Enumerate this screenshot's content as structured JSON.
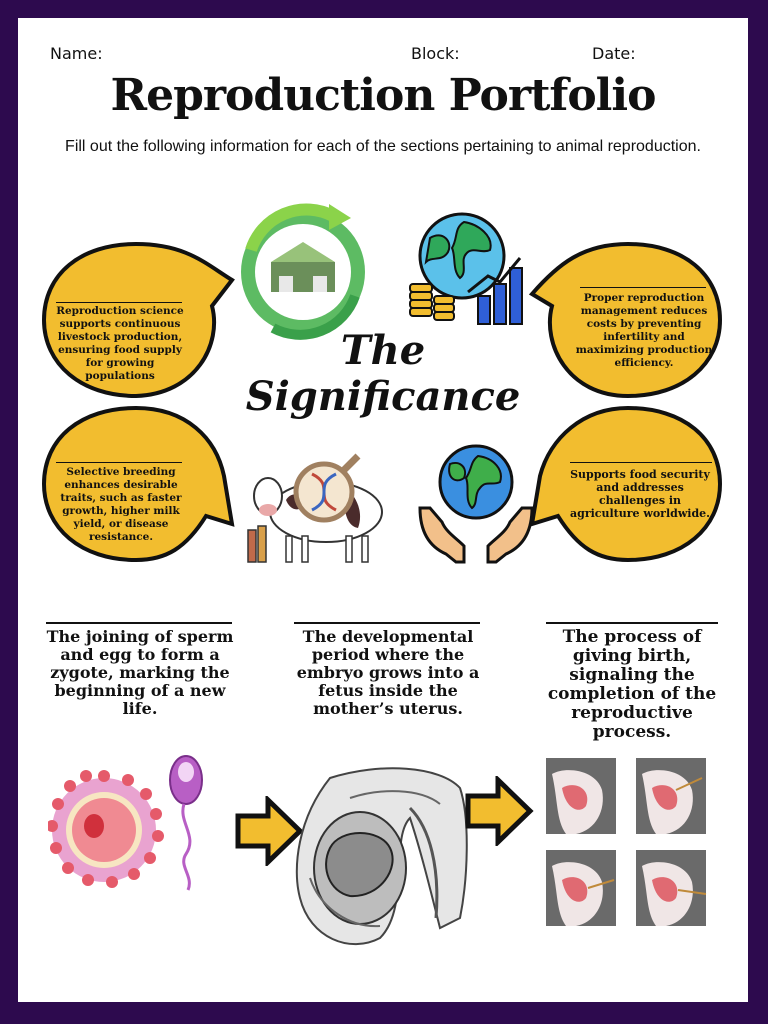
{
  "header": {
    "name_label": "Name:",
    "block_label": "Block:",
    "date_label": "Date:"
  },
  "title": "Reproduction Portfolio",
  "subtitle": "Fill out the following information for each of the sections pertaining to animal reproduction.",
  "significance": {
    "title_line1": "The",
    "title_line2": "Significance",
    "bubbles": [
      {
        "text": "Reproduction science supports continuous livestock production, ensuring food supply for growing populations"
      },
      {
        "text": "Proper reproduction management reduces costs by preventing infertility and maximizing production efficiency."
      },
      {
        "text": "Selective breeding enhances desirable traits, such as faster growth, higher milk yield, or disease resistance."
      },
      {
        "text": "Supports food security and addresses challenges in agriculture worldwide."
      }
    ],
    "icons": [
      "recycle-farm-icon",
      "globe-finance-icon",
      "cow-dna-icon",
      "hands-globe-icon"
    ]
  },
  "stages": [
    {
      "text": "The joining of sperm and egg to form a zygote, marking the beginning of a new life."
    },
    {
      "text": "The developmental period where the embryo grows into a fetus inside the mother’s uterus."
    },
    {
      "text": "The process of giving birth, signaling the completion of the reproductive process."
    }
  ],
  "colors": {
    "border": "#2d0a4e",
    "bubble_fill": "#f2bd2f",
    "arrow_fill": "#f2bd2f"
  }
}
